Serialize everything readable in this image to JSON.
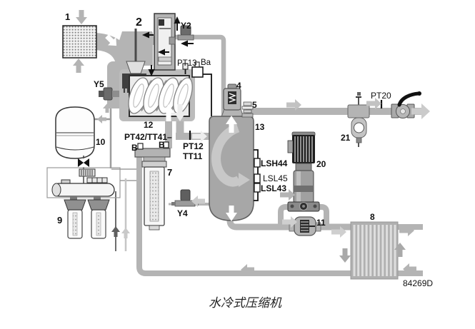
{
  "figure": {
    "caption": "水冷式压缩机",
    "code": "84269D"
  },
  "labels": {
    "c1": "1",
    "c2": "2",
    "c4": "4",
    "c5": "5",
    "c7": "7",
    "c8": "8",
    "c9": "9",
    "c10": "10",
    "c11": "11",
    "c12": "12",
    "c13": "13",
    "c20": "20",
    "c21": "21",
    "y2": "Y2",
    "y4": "Y4",
    "y5": "Y5",
    "pt13": "PT13",
    "ba": "Ba",
    "pt12": "PT12",
    "tt11": "TT11",
    "pt42_tt41": "PT42/TT41–",
    "b_left": "B",
    "b_right": "B",
    "pt20": "PT20",
    "lsh44": "LSH44",
    "lsl45": "LSL45",
    "lsl43": "LSL43"
  }
}
